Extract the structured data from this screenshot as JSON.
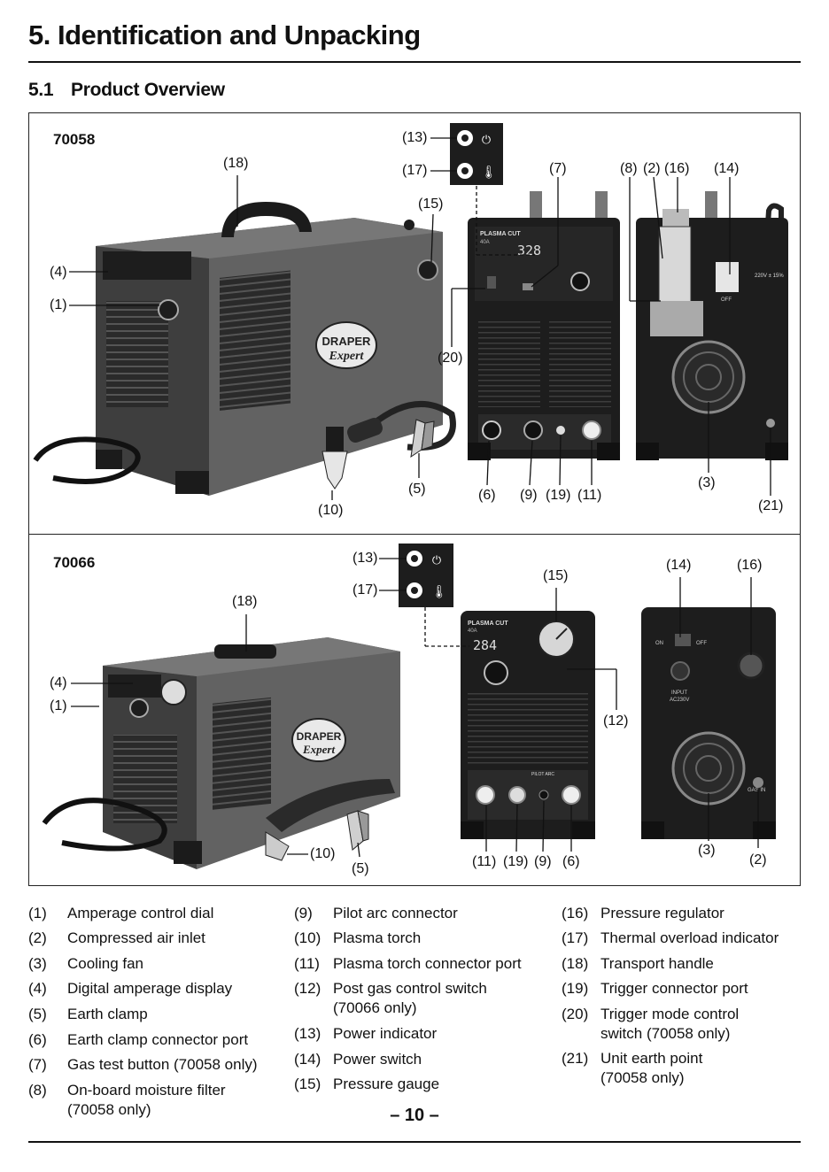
{
  "heading": "5. Identification and Unpacking",
  "subheading_num": "5.1",
  "subheading_text": "Product Overview",
  "models": {
    "top": "70058",
    "bottom": "70066"
  },
  "unit_labels": {
    "plasma_cut": "PLASMA CUT",
    "rating": "40A",
    "display_top": "328",
    "display_bottom": "284",
    "brand_top": "DRAPER",
    "brand_bottom": "Expert",
    "off": "OFF",
    "on": "ON",
    "input": "INPUT",
    "input_v": "AC230V",
    "voltage": "220V ± 15%",
    "pilot_arc": "PILOT ARC",
    "gas_in": "GAS IN"
  },
  "callouts_top": [
    "(13)",
    "(17)",
    "(18)",
    "(7)",
    "(8)",
    "(2)",
    "(16)",
    "(14)",
    "(15)",
    "(4)",
    "(1)",
    "(20)",
    "(5)",
    "(10)",
    "(6)",
    "(9)",
    "(19)",
    "(11)",
    "(3)",
    "(21)"
  ],
  "callouts_bottom": [
    "(13)",
    "(17)",
    "(18)",
    "(15)",
    "(14)",
    "(16)",
    "(4)",
    "(1)",
    "(12)",
    "(10)",
    "(5)",
    "(11)",
    "(19)",
    "(9)",
    "(6)",
    "(3)",
    "(2)"
  ],
  "legend": [
    {
      "n": "(1)",
      "t": "Amperage control dial"
    },
    {
      "n": "(2)",
      "t": "Compressed air inlet"
    },
    {
      "n": "(3)",
      "t": "Cooling fan"
    },
    {
      "n": "(4)",
      "t": "Digital amperage display"
    },
    {
      "n": "(5)",
      "t": "Earth clamp"
    },
    {
      "n": "(6)",
      "t": "Earth clamp connector port"
    },
    {
      "n": "(7)",
      "t": "Gas test button (70058 only)"
    },
    {
      "n": "(8)",
      "t": "On-board moisture filter (70058 only)"
    },
    {
      "n": "(9)",
      "t": "Pilot arc connector"
    },
    {
      "n": "(10)",
      "t": "Plasma torch"
    },
    {
      "n": "(11)",
      "t": "Plasma torch connector port"
    },
    {
      "n": "(12)",
      "t": "Post gas control switch (70066 only)"
    },
    {
      "n": "(13)",
      "t": "Power indicator"
    },
    {
      "n": "(14)",
      "t": "Power switch"
    },
    {
      "n": "(15)",
      "t": "Pressure gauge"
    },
    {
      "n": "(16)",
      "t": "Pressure regulator"
    },
    {
      "n": "(17)",
      "t": "Thermal overload indicator"
    },
    {
      "n": "(18)",
      "t": "Transport handle"
    },
    {
      "n": "(19)",
      "t": "Trigger connector port"
    },
    {
      "n": "(20)",
      "t": "Trigger mode control switch (70058 only)"
    },
    {
      "n": "(21)",
      "t": "Unit earth point (70058 only)"
    }
  ],
  "page_number": "– 10 –",
  "colors": {
    "ink": "#111111",
    "body": "#585858",
    "panel": "#1d1d1d",
    "dark": "#2a2a2a"
  }
}
